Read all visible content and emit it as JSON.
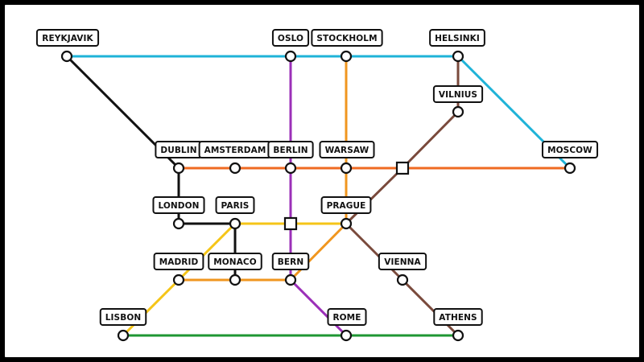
{
  "colors": {
    "cyan": "#1fb3d8",
    "purple": "#9b2fb8",
    "orange_light": "#f0961f",
    "orange": "#ef6a22",
    "brown": "#7a4a3c",
    "black": "#111111",
    "yellow": "#f5c518",
    "green": "#1e9632",
    "background": "#ffffff",
    "frame": "#000000"
  },
  "stations": [
    {
      "id": "reykjavik",
      "label": "REYKJAVIK",
      "node": "circle"
    },
    {
      "id": "oslo",
      "label": "OSLO",
      "node": "circle"
    },
    {
      "id": "stockholm",
      "label": "STOCKHOLM",
      "node": "circle"
    },
    {
      "id": "helsinki",
      "label": "HELSINKI",
      "node": "circle"
    },
    {
      "id": "vilnius",
      "label": "VILNIUS",
      "node": "circle"
    },
    {
      "id": "dublin",
      "label": "DUBLIN",
      "node": "circle"
    },
    {
      "id": "amsterdam",
      "label": "AMSTERDAM",
      "node": "circle"
    },
    {
      "id": "berlin",
      "label": "BERLIN",
      "node": "circle"
    },
    {
      "id": "warsaw",
      "label": "WARSAW",
      "node": "circle"
    },
    {
      "id": "moscow",
      "label": "MOSCOW",
      "node": "circle"
    },
    {
      "id": "london",
      "label": "LONDON",
      "node": "circle"
    },
    {
      "id": "paris",
      "label": "PARIS",
      "node": "circle"
    },
    {
      "id": "prague",
      "label": "PRAGUE",
      "node": "circle"
    },
    {
      "id": "madrid",
      "label": "MADRID",
      "node": "circle"
    },
    {
      "id": "monaco",
      "label": "MONACO",
      "node": "circle"
    },
    {
      "id": "bern",
      "label": "BERN",
      "node": "circle"
    },
    {
      "id": "vienna",
      "label": "VIENNA",
      "node": "circle"
    },
    {
      "id": "lisbon",
      "label": "LISBON",
      "node": "circle"
    },
    {
      "id": "rome",
      "label": "ROME",
      "node": "circle"
    },
    {
      "id": "athens",
      "label": "ATHENS",
      "node": "circle"
    }
  ],
  "junctions": [
    {
      "id": "junction-east",
      "node": "square"
    },
    {
      "id": "junction-central",
      "node": "square"
    }
  ],
  "lines": [
    {
      "id": "cyan-line",
      "color": "cyan",
      "stops": [
        "reykjavik",
        "oslo",
        "stockholm",
        "helsinki",
        "moscow"
      ]
    },
    {
      "id": "purple-line",
      "color": "purple",
      "stops": [
        "oslo",
        "berlin",
        "junction-central",
        "bern",
        "rome"
      ]
    },
    {
      "id": "orange-light-line",
      "color": "orange_light",
      "stops": [
        "stockholm",
        "warsaw",
        "prague",
        "bern",
        "monaco",
        "madrid"
      ]
    },
    {
      "id": "orange-line",
      "color": "orange",
      "stops": [
        "dublin",
        "amsterdam",
        "berlin",
        "warsaw",
        "junction-east",
        "moscow"
      ]
    },
    {
      "id": "brown-line",
      "color": "brown",
      "stops": [
        "helsinki",
        "vilnius",
        "junction-east",
        "prague",
        "vienna",
        "athens"
      ]
    },
    {
      "id": "black-line",
      "color": "black",
      "stops": [
        "reykjavik",
        "dublin",
        "london",
        "paris",
        "monaco"
      ]
    },
    {
      "id": "yellow-line",
      "color": "yellow",
      "stops": [
        "lisbon",
        "madrid",
        "paris",
        "junction-central",
        "prague"
      ]
    },
    {
      "id": "green-line",
      "color": "green",
      "stops": [
        "lisbon",
        "rome",
        "athens"
      ]
    }
  ]
}
